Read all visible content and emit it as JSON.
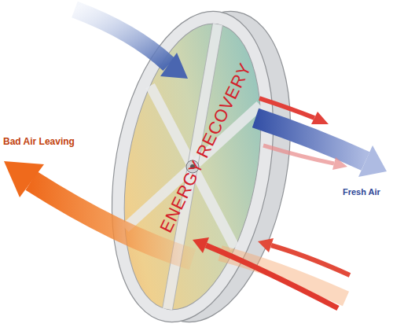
{
  "diagram": {
    "labels": [
      "ENERGY RECOVERY",
      "Bad Air Leaving",
      "Fresh Air"
    ]
  }
}
